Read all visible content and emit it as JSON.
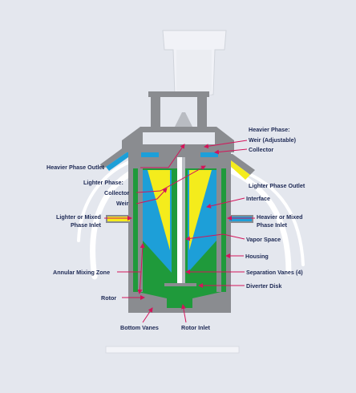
{
  "colors": {
    "background": "#e4e7ee",
    "housing": "#8a8c90",
    "heavier_phase": "#1d9fd8",
    "lighter_phase": "#f4ec1c",
    "mixed_zone": "#1f9a3b",
    "leader_line": "#d4145a",
    "label_text": "#1e2a55",
    "pipe": "#ffffff"
  },
  "labels": {
    "heavier_phase": "Heavier Phase:",
    "weir_adjustable": "Weir (Adjustable)",
    "collector_right": "Collector",
    "heavier_phase_outlet": "Heavier Phase Outlet",
    "lighter_phase": "Lighter Phase:",
    "lighter_phase_outlet": "Lighter Phase Outlet",
    "collector_left": "Collector",
    "interface": "Interface",
    "weir_left": "Weir",
    "lighter_mixed_inlet_l1": "Lighter or Mixed",
    "lighter_mixed_inlet_l2": "Phase Inlet",
    "heavier_mixed_inlet_l1": "Heavier or Mixed",
    "heavier_mixed_inlet_l2": "Phase Inlet",
    "vapor_space": "Vapor Space",
    "housing": "Housing",
    "annular_mixing_zone": "Annular Mixing Zone",
    "separation_vanes": "Separation Vanes (4)",
    "rotor": "Rotor",
    "diverter_disk": "Diverter Disk",
    "bottom_vanes": "Bottom Vanes",
    "rotor_inlet": "Rotor Inlet"
  }
}
